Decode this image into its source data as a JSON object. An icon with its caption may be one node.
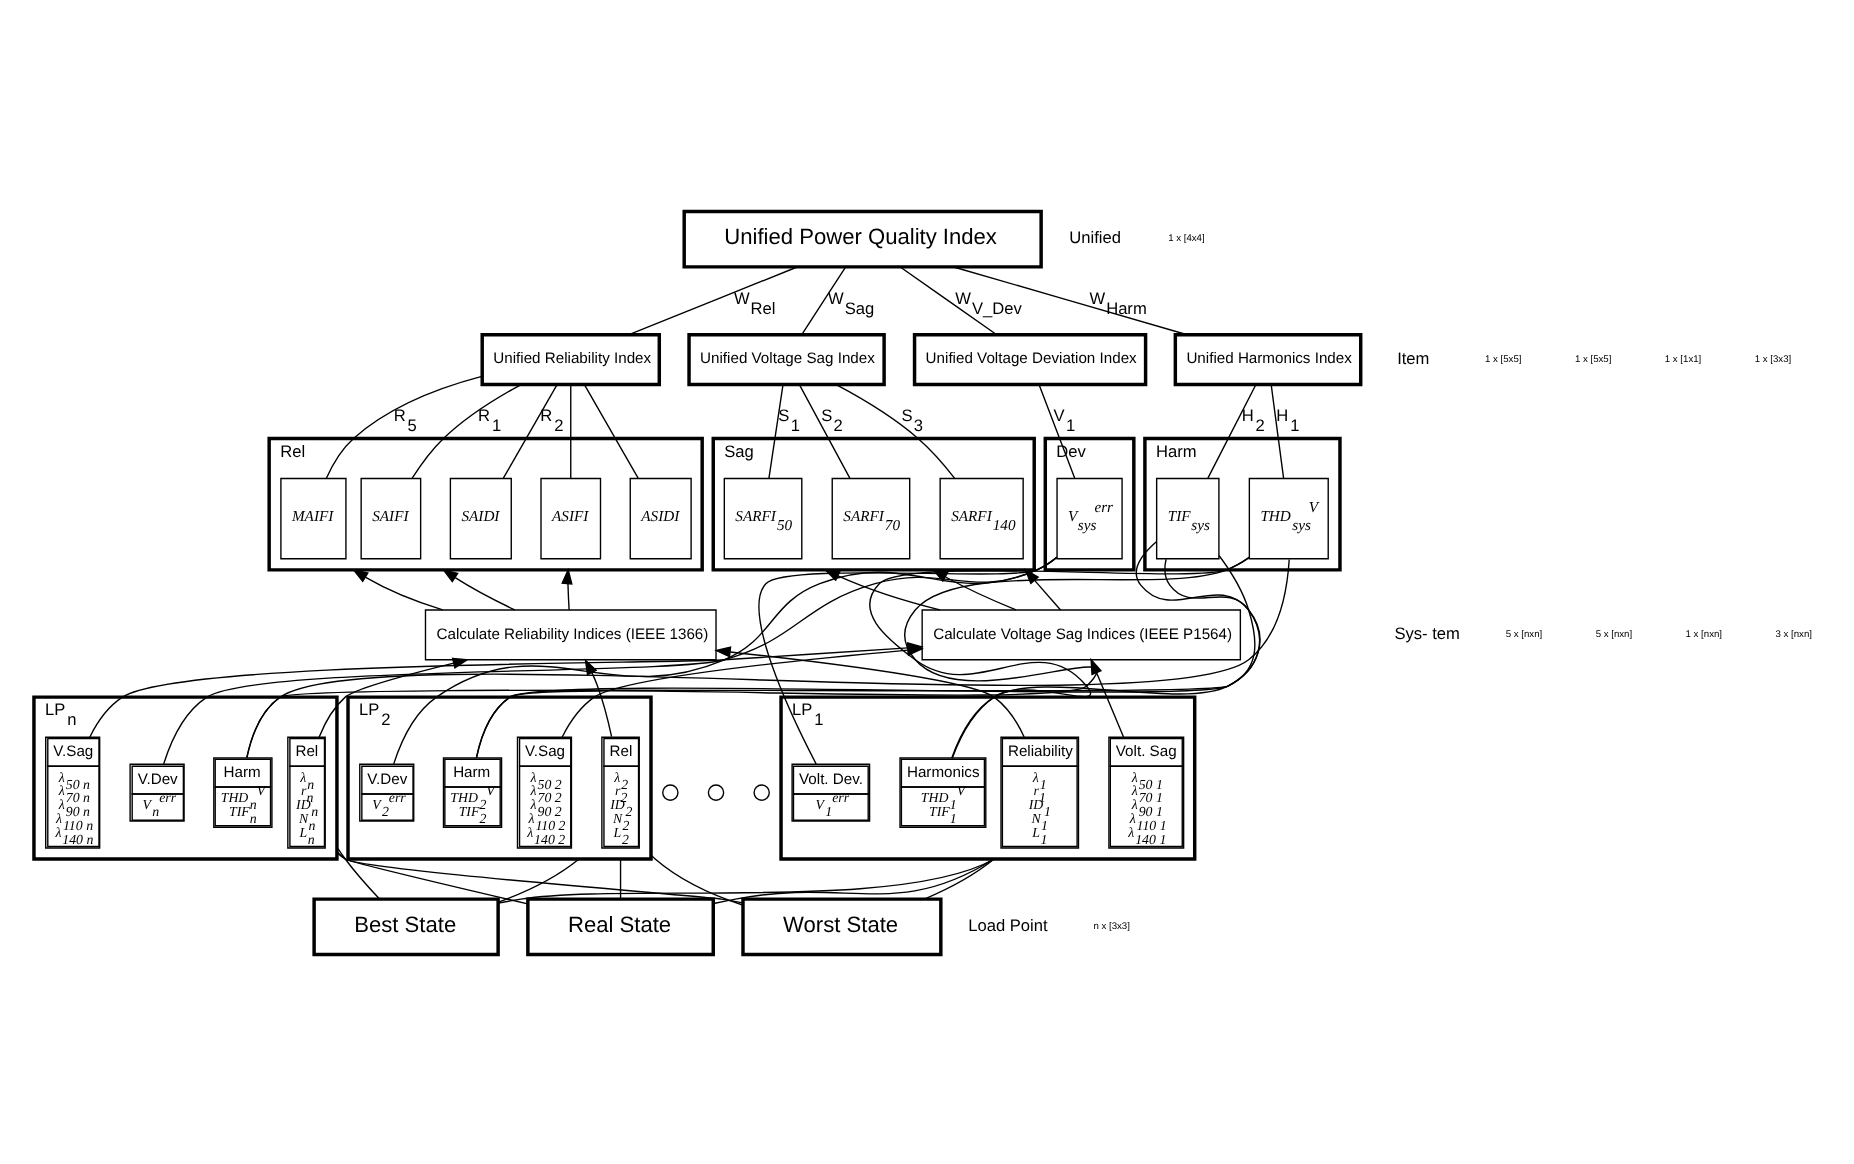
{
  "diagram": {
    "nodes": [
      {
        "text": [
          "Unified Power Quality Index"
        ]
      },
      {
        "text": [
          "Unified Reliability Index"
        ]
      },
      {
        "text": [
          "Unified Voltage Sag Index"
        ]
      },
      {
        "text": [
          "Unified Voltage Deviation Index"
        ]
      },
      {
        "text": [
          "Unified Harmonics Index"
        ]
      },
      {
        "text": [
          "Rel"
        ]
      },
      {
        "text": [
          "SAIFI"
        ],
        "in": 5
      },
      {
        "text": [
          "SAIDI"
        ],
        "in": 5
      },
      {
        "text": [
          "ASIFI"
        ],
        "in": 5
      },
      {
        "text": [
          "ASIDI"
        ],
        "in": 5
      },
      {
        "text": [
          "MAIFI"
        ],
        "in": 5
      },
      {
        "text": [
          "Sag"
        ]
      },
      {
        "text": [
          "SARFI$_{50}$"
        ],
        "in": 11
      },
      {
        "text": [
          "SARFI$_{70}$"
        ],
        "in": 11
      },
      {
        "text": [
          "SARFI$_{140}$"
        ],
        "in": 11
      },
      {
        "text": [
          "Dev"
        ]
      },
      {
        "text": [
          "V$_{sys}$$^{err}$"
        ],
        "in": 15
      },
      {
        "text": [
          "Harm"
        ]
      },
      {
        "text": [
          "THD$_{sys}$$^{V}$"
        ],
        "in": 17
      },
      {
        "text": [
          "TIF$_{sys}$"
        ],
        "in": 17
      },
      {
        "text": [
          "Calculate Reliability Indices (IEEE 1366)"
        ]
      },
      {
        "text": [
          "Calculate Voltage Sag Indices (IEEE P1564)"
        ]
      },
      {
        "text": [
          "LP$_{1}$"
        ]
      },
      {
        "text": [
          "Reliability",
          "λ$_{1}$",
          "r$_{1}$",
          "ID$_{1}$",
          "N$_{1}$",
          "L$_{1}$"
        ],
        "in": 22
      },
      {
        "text": [
          "Volt. Sag",
          "λ$_{50 1}$",
          "λ$_{70 1}$",
          "λ$_{90 1}$",
          "λ$_{110 1}$",
          "λ$_{140 1}$"
        ],
        "in": 22
      },
      {
        "text": [
          "Volt. Dev.",
          "V$_{1}$$^{err}$"
        ],
        "in": 22
      },
      {
        "text": [
          "Harmonics",
          "THD$_{1}$$^{V}$",
          "TIF$_{1}$"
        ],
        "in": 22
      },
      {
        "text": [
          "LP$_{2}$"
        ]
      },
      {
        "text": [
          "Rel",
          "λ$_{2}$",
          "r$_{2}$",
          "ID$_{2}$",
          "N$_{2}$",
          "L$_{2}$"
        ],
        "in": 27
      },
      {
        "text": [
          "V.Sag",
          "λ$_{50 2}$",
          "λ$_{70 2}$",
          "λ$_{90 2}$",
          "λ$_{110 2}$",
          "λ$_{140 2}$"
        ],
        "in": 27
      },
      {
        "text": [
          "V.Dev",
          "V$_{2}$$^{err}$"
        ],
        "in": 27
      },
      {
        "text": [
          "Harm",
          "THD$_{2}$$^{V}$",
          "TIF$_{2}$"
        ],
        "in": 27
      },
      {
        "text": [],
        "shape": "circle"
      },
      {
        "text": [],
        "shape": "circle"
      },
      {
        "text": [],
        "shape": "circle"
      },
      {
        "text": [
          "LP$_{n}$"
        ]
      },
      {
        "text": [
          "Rel",
          "λ$_{n}$",
          "r$_{n}$",
          "ID$_{n}$",
          "N$_{n}$",
          "L$_{n}$"
        ],
        "in": 35
      },
      {
        "text": [
          "V.Sag",
          "λ$_{50 n}$",
          "λ$_{70 n}$",
          "λ$_{90 n}$",
          "λ$_{110 n}$",
          "λ$_{140 n}$"
        ],
        "in": 35
      },
      {
        "text": [
          "V.Dev",
          "V$_{n}$$^{err}$"
        ],
        "in": 35
      },
      {
        "text": [
          "Harm",
          "THD$_{n}$$^{V}$",
          "TIF$_{n}$"
        ],
        "in": 35
      },
      {
        "text": [
          "Best State"
        ]
      },
      {
        "text": [
          "Real State"
        ]
      },
      {
        "text": [
          "Worst State"
        ]
      }
    ],
    "edges": [
      {
        "from": 0,
        "to": 1,
        "arrow": "none",
        "label": "W$_{Rel}$"
      },
      {
        "from": 0,
        "to": 2,
        "arrow": "none",
        "label": "W$_{Sag}$"
      },
      {
        "from": 0,
        "to": 3,
        "arrow": "none",
        "label": "W$_{V_Dev}$"
      },
      {
        "from": 0,
        "to": 4,
        "arrow": "none",
        "label": "W$_{Harm}$"
      },
      {
        "from": 1,
        "to": 6,
        "arrow": "none",
        "label": "R$_{1}$"
      },
      {
        "from": 1,
        "to": 7,
        "arrow": "none",
        "label": "R$_{2}$"
      },
      {
        "from": 1,
        "to": 8,
        "arrow": "none"
      },
      {
        "from": 1,
        "to": 9,
        "arrow": "none"
      },
      {
        "from": 1,
        "to": 10,
        "arrow": "none",
        "label": "R$_{5}$"
      },
      {
        "from": 2,
        "to": 12,
        "arrow": "none",
        "label": "S$_{1}$"
      },
      {
        "from": 2,
        "to": 13,
        "arrow": "none",
        "label": "S$_{2}$"
      },
      {
        "from": 2,
        "to": 14,
        "arrow": "none",
        "label": "S$_{3}$"
      },
      {
        "from": 3,
        "to": 16,
        "arrow": "none",
        "label": "V$_{1}$"
      },
      {
        "from": 4,
        "to": 18,
        "arrow": "none",
        "label": "H$_{1}$"
      },
      {
        "from": 4,
        "to": 19,
        "arrow": "none",
        "label": "H$_{2}$"
      },
      {
        "from": 20,
        "to": 5,
        "arrow": "to"
      },
      {
        "from": 20,
        "to": 5,
        "arrow": "to"
      },
      {
        "from": 20,
        "to": 5,
        "arrow": "to"
      },
      {
        "from": 21,
        "to": 11,
        "arrow": "to"
      },
      {
        "from": 21,
        "to": 11,
        "arrow": "to"
      },
      {
        "from": 21,
        "to": 11,
        "arrow": "to"
      },
      {
        "from": 23,
        "to": 20,
        "arrow": "to"
      },
      {
        "from": 28,
        "to": 20,
        "arrow": "to"
      },
      {
        "from": 36,
        "to": 20,
        "arrow": "to"
      },
      {
        "from": 24,
        "to": 21,
        "arrow": "to"
      },
      {
        "from": 29,
        "to": 21,
        "arrow": "to"
      },
      {
        "from": 37,
        "to": 21,
        "arrow": "to"
      },
      {
        "from": 16,
        "to": 25,
        "arrow": "none"
      },
      {
        "from": 16,
        "to": 30,
        "arrow": "none"
      },
      {
        "from": 16,
        "to": 38,
        "arrow": "none"
      },
      {
        "from": 18,
        "to": 26,
        "arrow": "none"
      },
      {
        "from": 18,
        "to": 31,
        "arrow": "none"
      },
      {
        "from": 18,
        "to": 39,
        "arrow": "none"
      },
      {
        "from": 19,
        "to": 26,
        "arrow": "none"
      },
      {
        "from": 19,
        "to": 31,
        "arrow": "none"
      },
      {
        "from": 19,
        "to": 39,
        "arrow": "none"
      },
      {
        "from": 22,
        "to": 40,
        "arrow": "none"
      },
      {
        "from": 22,
        "to": 41,
        "arrow": "none"
      },
      {
        "from": 22,
        "to": 42,
        "arrow": "none"
      },
      {
        "from": 27,
        "to": 40,
        "arrow": "none"
      },
      {
        "from": 27,
        "to": 41,
        "arrow": "none"
      },
      {
        "from": 27,
        "to": 42,
        "arrow": "none"
      },
      {
        "from": 35,
        "to": 40,
        "arrow": "none"
      },
      {
        "from": 35,
        "to": 41,
        "arrow": "none"
      },
      {
        "from": 35,
        "to": 42,
        "arrow": "none"
      }
    ],
    "labels": [
      "Unified",
      "1 x [4x4]",
      "Item",
      "1 x [5x5]",
      "1 x [5x5]",
      "1 x [1x1]",
      "1 x [3x3]",
      "Sys- tem",
      "5 x [nxn]",
      "5 x [nxn]",
      "1 x [nxn]",
      "3 x [nxn]",
      "Load Point",
      "n x [3x3]"
    ]
  }
}
